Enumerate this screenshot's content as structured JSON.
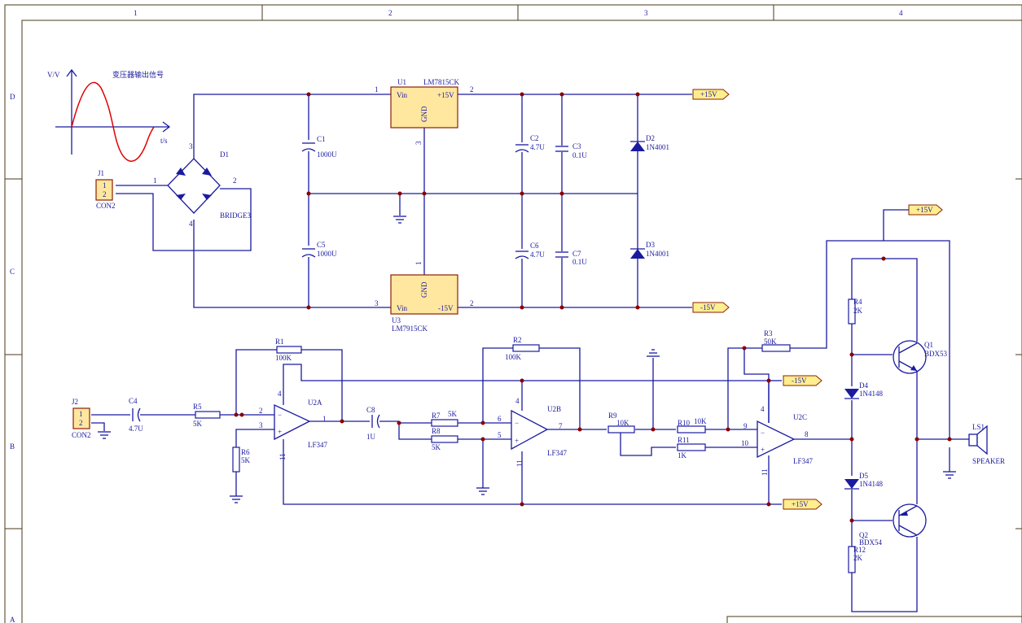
{
  "frame": {
    "columns": [
      "1",
      "2",
      "3",
      "4"
    ],
    "rows": [
      "D",
      "C",
      "B",
      "A"
    ]
  },
  "waveform": {
    "y_axis": "V/V",
    "x_axis": "t/s",
    "title": "变压器输出信号"
  },
  "components": {
    "J1": {
      "ref": "J1",
      "pin1": "1",
      "pin2": "2",
      "value": "CON2"
    },
    "J2": {
      "ref": "J2",
      "pin1": "1",
      "pin2": "2",
      "value": "CON2"
    },
    "D1": {
      "ref": "D1",
      "value": "BRIDGE3",
      "pins": [
        "1",
        "2",
        "3",
        "4"
      ]
    },
    "U1": {
      "ref": "U1",
      "value": "LM7815CK",
      "vin": "Vin",
      "out": "+15V",
      "gnd": "GND",
      "pins": [
        "1",
        "2",
        "3"
      ]
    },
    "U3": {
      "ref": "U3",
      "value": "LM7915CK",
      "vin": "Vin",
      "out": "-15V",
      "gnd": "GND",
      "pins": [
        "3",
        "2",
        "1"
      ]
    },
    "C1": {
      "ref": "C1",
      "value": "1000U"
    },
    "C5": {
      "ref": "C5",
      "value": "1000U"
    },
    "C2": {
      "ref": "C2",
      "value": "4.7U"
    },
    "C3": {
      "ref": "C3",
      "value": "0.1U"
    },
    "C6": {
      "ref": "C6",
      "value": "4.7U"
    },
    "C7": {
      "ref": "C7",
      "value": "0.1U"
    },
    "D2": {
      "ref": "D2",
      "value": "1N4001"
    },
    "D3": {
      "ref": "D3",
      "value": "1N4001"
    },
    "C4": {
      "ref": "C4",
      "value": "4.7U"
    },
    "C8": {
      "ref": "C8",
      "value": "1U"
    },
    "R1": {
      "ref": "R1",
      "value": "100K"
    },
    "R2": {
      "ref": "R2",
      "value": "100K"
    },
    "R3": {
      "ref": "R3",
      "value": "50K"
    },
    "R4": {
      "ref": "R4",
      "value": "2K"
    },
    "R5": {
      "ref": "R5",
      "value": "5K"
    },
    "R6": {
      "ref": "R6",
      "value": "5K"
    },
    "R7": {
      "ref": "R7",
      "value": "5K"
    },
    "R8": {
      "ref": "R8",
      "value": "5K"
    },
    "R9": {
      "ref": "R9",
      "value": "10K"
    },
    "R10": {
      "ref": "R10",
      "value": "10K"
    },
    "R11": {
      "ref": "R11",
      "value": "1K"
    },
    "R12": {
      "ref": "R12",
      "value": "2K"
    },
    "U2A": {
      "ref": "U2A",
      "value": "LF347",
      "pins": [
        "2",
        "3",
        "1",
        "4",
        "11"
      ]
    },
    "U2B": {
      "ref": "U2B",
      "value": "LF347",
      "pins": [
        "6",
        "5",
        "7",
        "4",
        "11"
      ]
    },
    "U2C": {
      "ref": "U2C",
      "value": "LF347",
      "pins": [
        "9",
        "10",
        "8",
        "4",
        "11"
      ]
    },
    "D4": {
      "ref": "D4",
      "value": "1N4148"
    },
    "D5": {
      "ref": "D5",
      "value": "1N4148"
    },
    "Q1": {
      "ref": "Q1",
      "value": "BDX53"
    },
    "Q2": {
      "ref": "Q2",
      "value": "BDX54"
    },
    "LS1": {
      "ref": "LS1",
      "value": "SPEAKER"
    }
  },
  "ports": {
    "p15_top": "+15V",
    "n15_top": "-15V",
    "p15_q1": "+15V",
    "n15_mid": "-15V",
    "p15_bot": "+15V"
  }
}
